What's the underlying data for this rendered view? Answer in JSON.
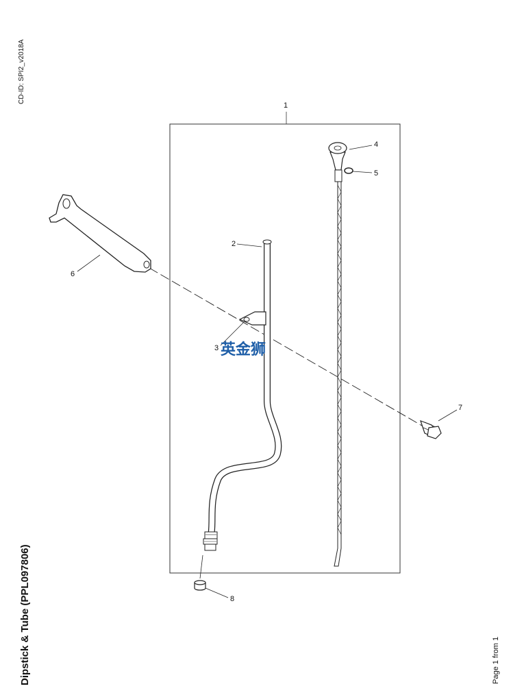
{
  "document": {
    "cd_id": "CD-ID: SPI2_v2018A",
    "title": "Dipstick & Tube (PPL097806)",
    "footer": "Page 1 from 1"
  },
  "diagram": {
    "callouts": [
      "1",
      "2",
      "3",
      "4",
      "5",
      "6",
      "7",
      "8"
    ],
    "watermark": "英金狮"
  }
}
